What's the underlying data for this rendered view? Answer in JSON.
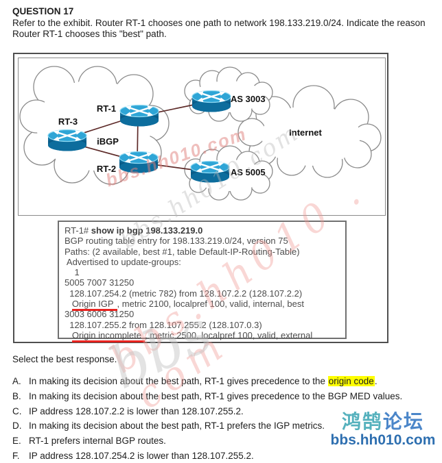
{
  "question": {
    "number": "QUESTION 17",
    "line1": "Refer to the exhibit. Router RT-1 chooses one path to network 198.133.219.0/24. Indicate the reason",
    "line2": "Router RT-1 chooses this \"best\" path."
  },
  "diagram": {
    "labels": {
      "rt1": "RT-1",
      "rt2": "RT-2",
      "rt3": "RT-3",
      "ibgp": "iBGP",
      "as3003": "AS 3003",
      "as5005": "AS 5005",
      "internet": "Internet"
    }
  },
  "terminal": {
    "prompt": "RT-1# ",
    "command": "show ip bgp 198.133.219.0",
    "line2": "BGP routing table entry for 198.133.219.0/24, version 75",
    "line3": "Paths: (2 available, best #1, table Default-IP-Routing-Table)",
    "line4": " Advertised to update-groups:",
    "line5": "    1",
    "line6": "5005 7007 31250",
    "line7": "  128.107.254.2 (metric 782) from 128.107.2.2 (128.107.2.2)",
    "line8_indent": "   ",
    "line8_underline": "Origin IGP",
    "line8_rest": ", metric 2100, localpref 100, valid, internal, best",
    "line9": "3003 6006 31250",
    "line10": "  128.107.255.2 from 128.107.255.2 (128.107.0.3)",
    "line11_indent": "   ",
    "line11_underline": "Origin incomplete",
    "line11_rest": ", metric 2500, localpref 100, valid, external"
  },
  "select_prompt": "Select the best response.",
  "options": {
    "items": [
      {
        "letter": "A.",
        "pre": "In making its decision about the best path, RT-1 gives precedence to the ",
        "highlight": "origin code",
        "post": "."
      },
      {
        "letter": "B.",
        "text": "In making its decision about the best path, RT-1 gives precedence to the BGP MED values."
      },
      {
        "letter": "C.",
        "text": "IP address 128.107.2.2 is lower than 128.107.255.2."
      },
      {
        "letter": "D.",
        "text": "In making its decision about the best path, RT-1 prefers the IGP metrics."
      },
      {
        "letter": "E.",
        "text": "RT-1 prefers internal BGP routes."
      },
      {
        "letter": "F.",
        "text": "IP address 128.107.254.2 is lower than 128.107.255.2."
      }
    ]
  },
  "watermarks": {
    "pink_small": "bbs.hh010.com",
    "pink_large": "bbs.hh010 . com",
    "gray_script": "bbs.hh010.com",
    "gray_big": "bbs"
  },
  "logo": {
    "part1": "鸿鹄",
    "part2": "论坛",
    "url": "bbs.hh010.com"
  },
  "colors": {
    "highlight_yellow": "#ffff00",
    "underline_red": "#e8231f",
    "router_body_blue": "#0d6d9d",
    "router_top_blue": "#2ea5d6",
    "link_line_maroon": "#5d2a28",
    "cloud_stroke_gray": "#8a8a8a",
    "logo_teal": "#55b1bd",
    "logo_blue": "#4b86c9",
    "logo_url_blue": "#2e6fb0"
  }
}
